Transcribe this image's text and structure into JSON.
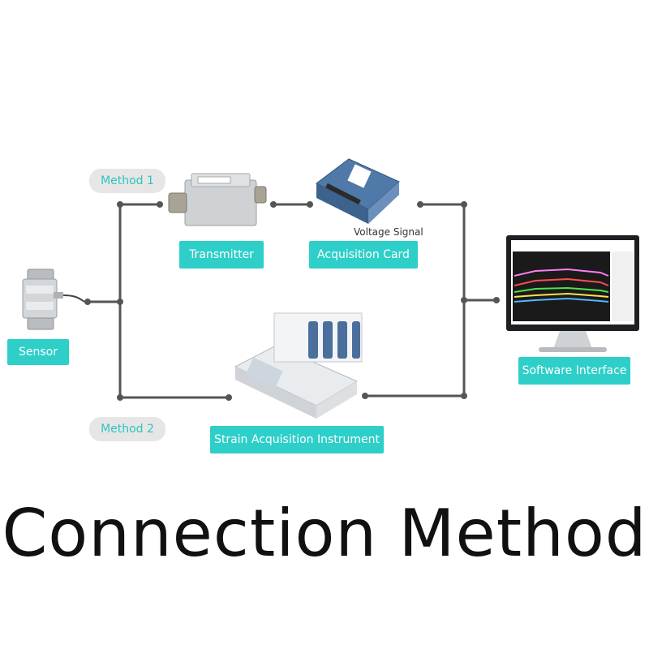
{
  "diagram": {
    "methods": {
      "method1": "Method 1",
      "method2": "Method 2"
    },
    "nodes": {
      "sensor": "Sensor",
      "transmitter": "Transmitter",
      "acquisition_card": "Acquisition Card",
      "strain_instrument": "Strain Acquisition Instrument",
      "software": "Software Interface"
    },
    "edge_labels": {
      "voltage_signal": "Voltage Signal"
    },
    "edges": [
      {
        "from": "sensor",
        "to": "transmitter",
        "route": "method1"
      },
      {
        "from": "transmitter",
        "to": "acquisition_card",
        "route": "method1"
      },
      {
        "from": "acquisition_card",
        "to": "software",
        "route": "method1",
        "label": "Voltage Signal"
      },
      {
        "from": "sensor",
        "to": "strain_instrument",
        "route": "method2"
      },
      {
        "from": "strain_instrument",
        "to": "software",
        "route": "method2"
      }
    ],
    "colors": {
      "accent": "#2ecfc9",
      "line": "#555555",
      "method_text": "#2ec4bf",
      "pill_bg": "#e6e6e6"
    }
  },
  "title": "Connection Method"
}
